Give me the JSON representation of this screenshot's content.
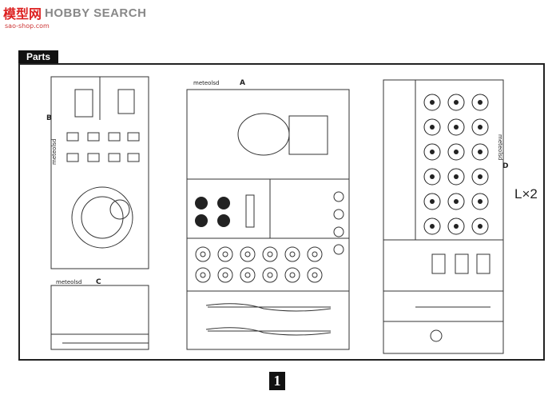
{
  "watermark": {
    "mark": "模型网",
    "text": "HOBBY SEARCH",
    "sub": "sao-shop.com"
  },
  "section_label": "Parts",
  "sprues": [
    {
      "brand": "meteolsd",
      "letter": "B"
    },
    {
      "brand": "meteolsd",
      "letter": "C"
    },
    {
      "brand": "meteolsd",
      "letter": "A"
    },
    {
      "brand": "meteolsd",
      "letter": "D"
    }
  ],
  "multiplier": "L×2",
  "page_number": "1",
  "icons": {
    "wheel": "road-wheel-icon",
    "sprue": "sprue-frame-icon"
  }
}
